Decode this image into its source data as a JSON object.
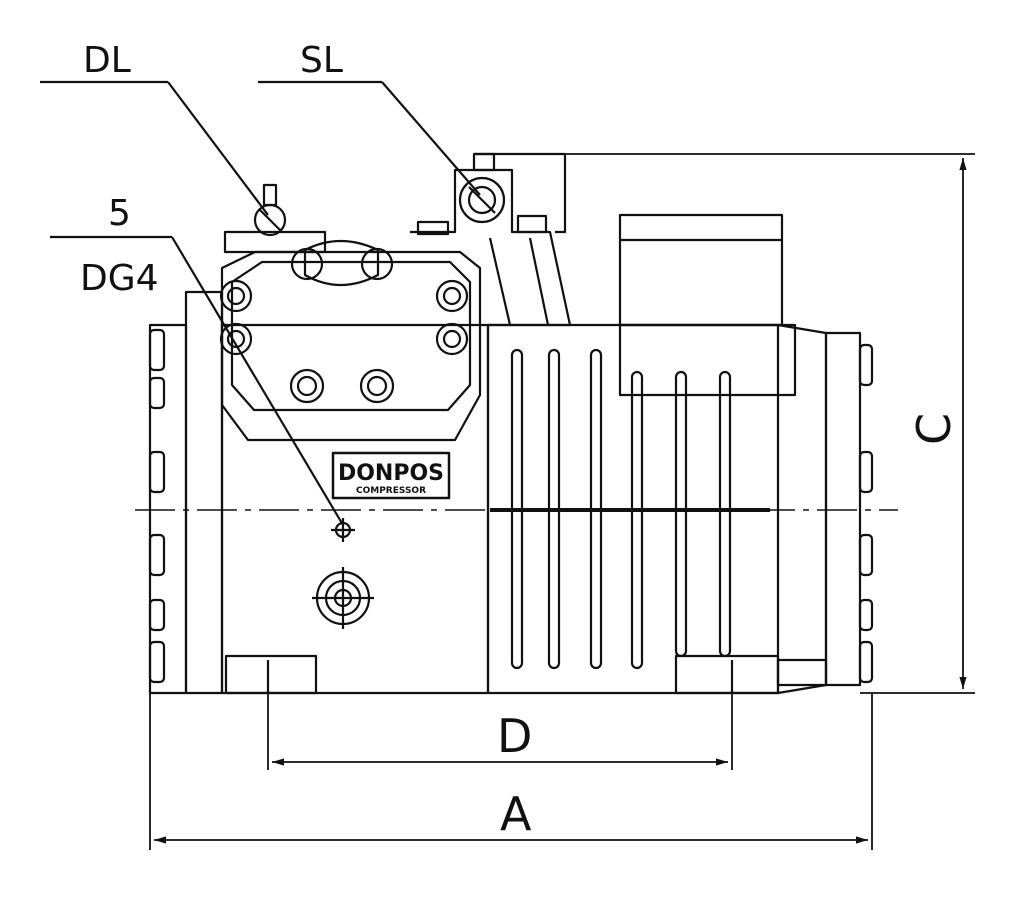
{
  "callouts": {
    "dl": "DL",
    "sl": "SL",
    "five": "5",
    "dg4": "DG4"
  },
  "dimensions": {
    "a": "A",
    "c": "C",
    "d": "D"
  },
  "nameplate": {
    "brand": "DONPOS",
    "subtitle": "COMPRESSOR"
  },
  "colors": {
    "line": "#111111",
    "background": "#ffffff"
  }
}
